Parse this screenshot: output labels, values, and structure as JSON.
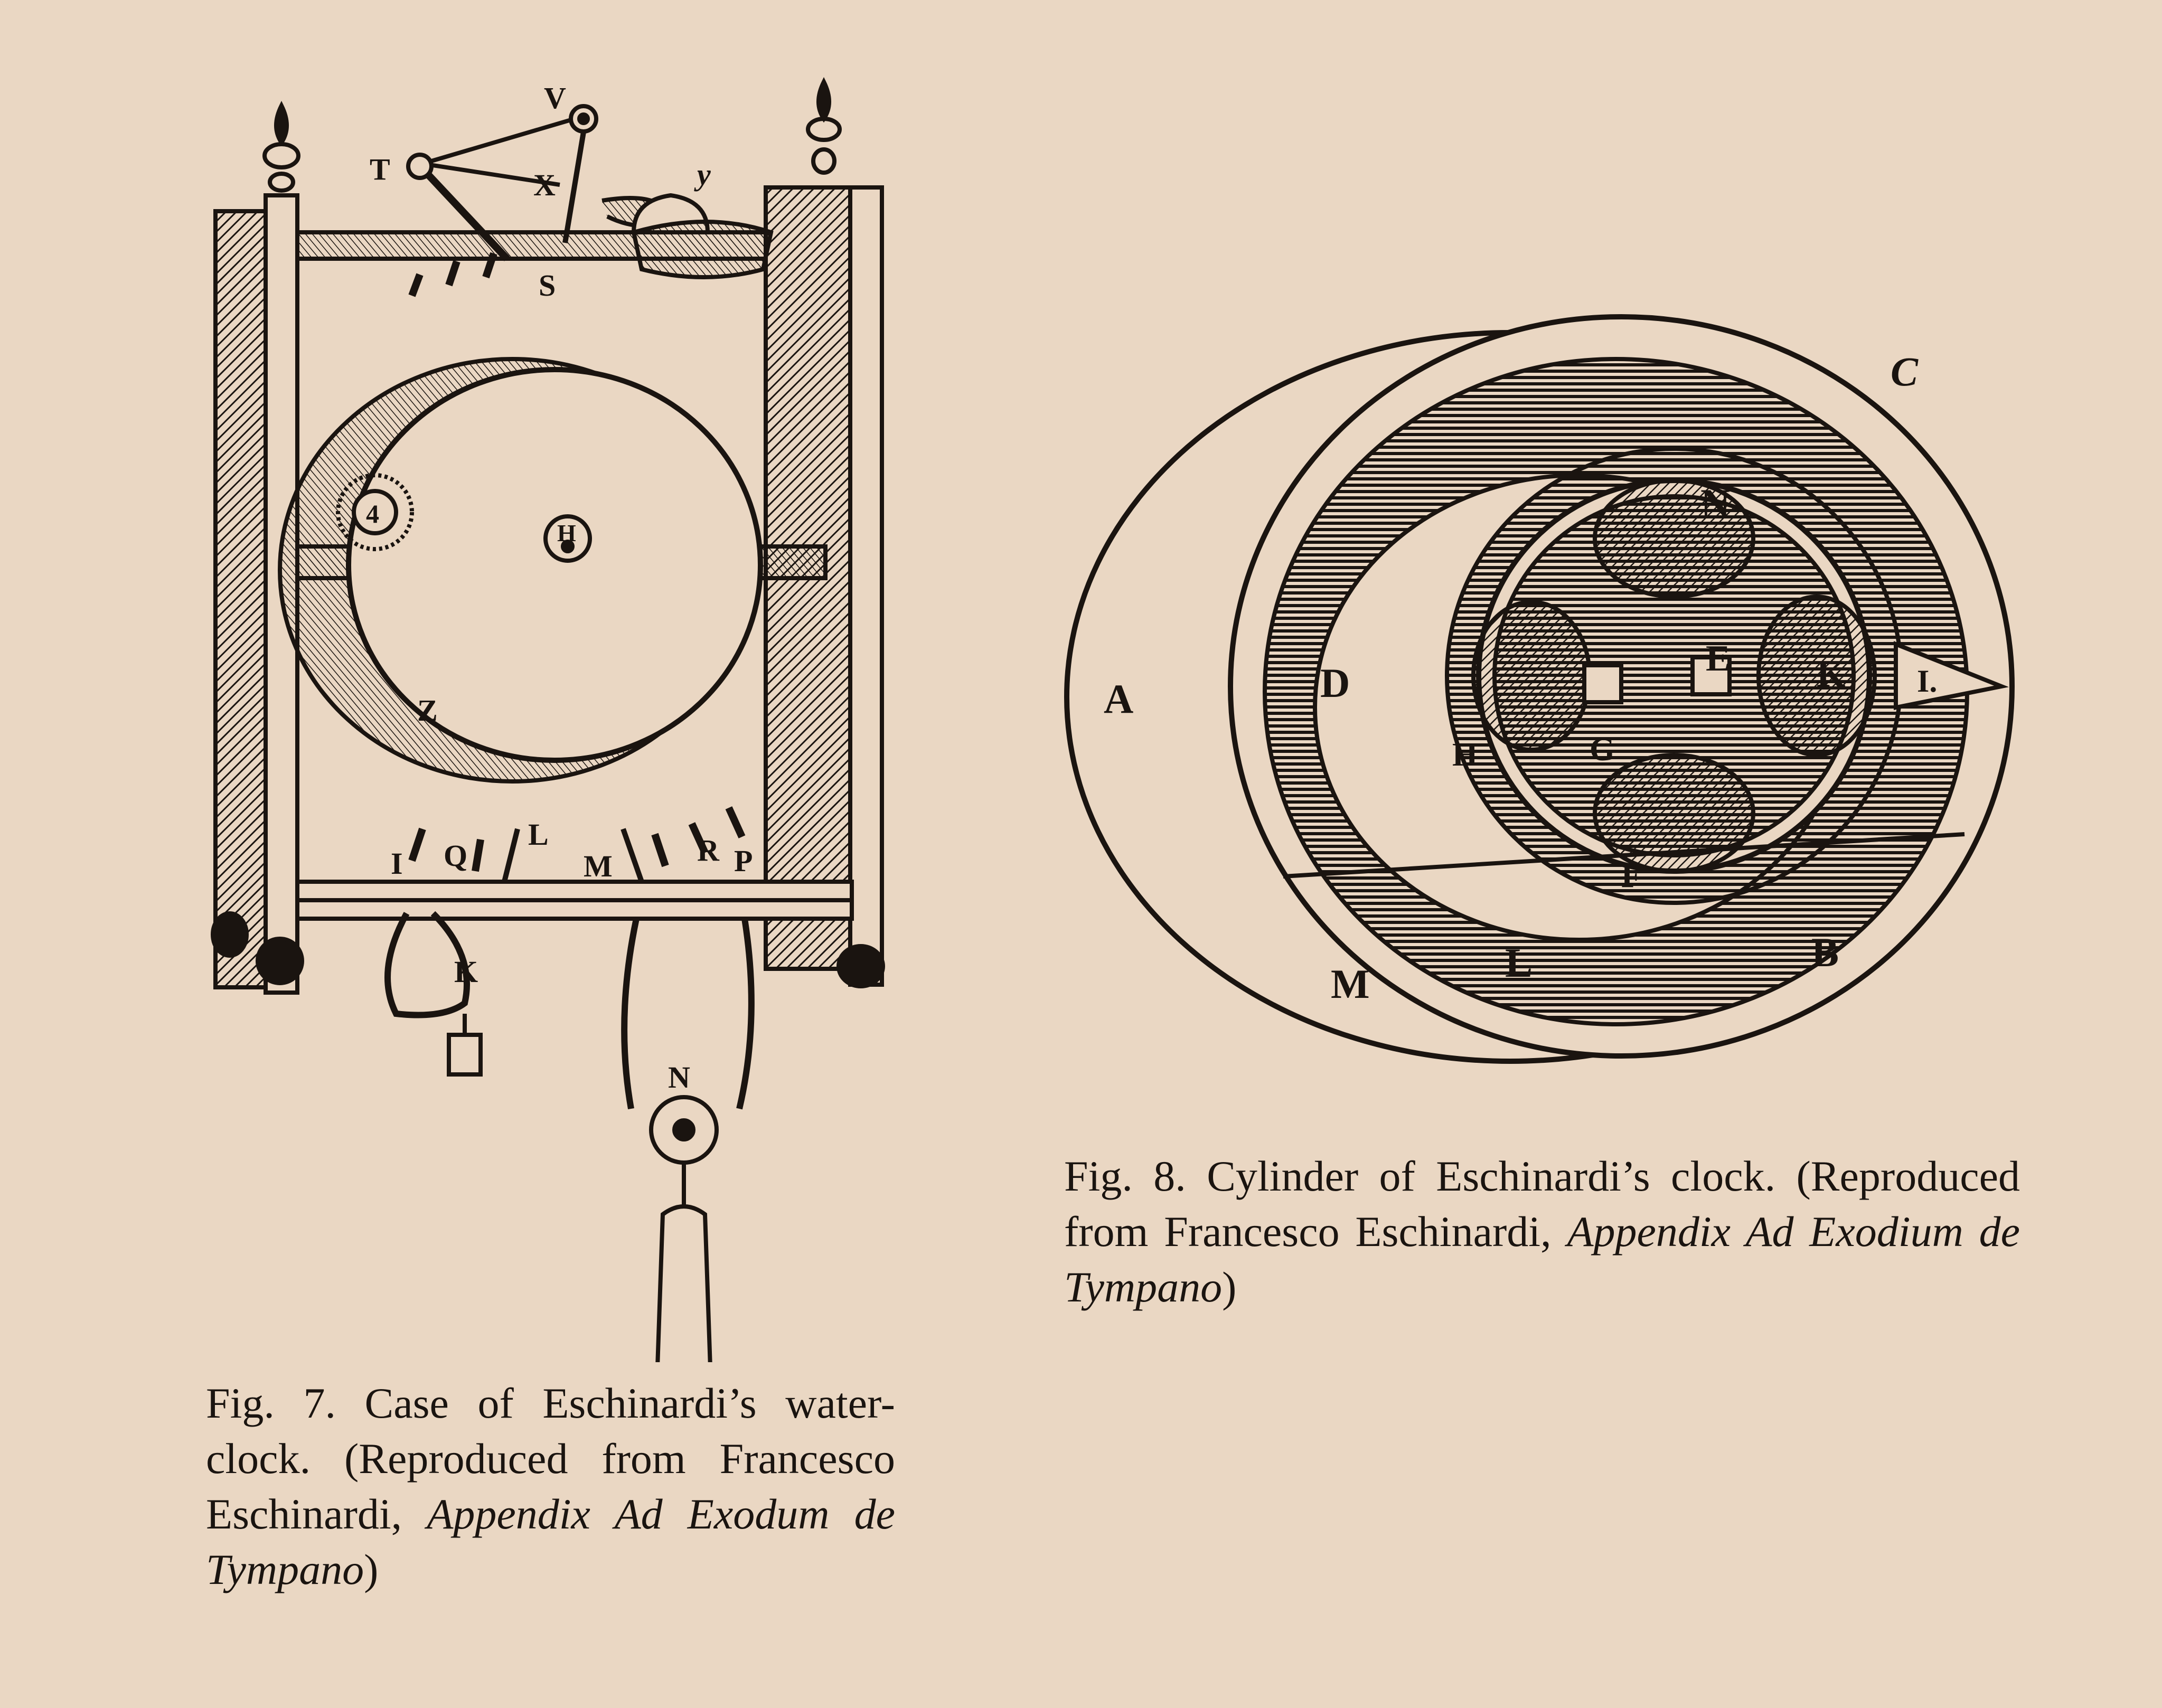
{
  "figure7": {
    "caption": {
      "lead": "Fig. 7.  Case of Eschinardi’s water-clock.  (Reproduced from Francesco Eschinardi, ",
      "title_italic": "Appendix Ad Exodum de Tympano",
      "close": ")"
    },
    "labels": [
      "V",
      "T",
      "X",
      "y",
      "S",
      "4",
      "H",
      "Z",
      "I",
      "Q",
      "L",
      "M",
      "R",
      "P",
      "K",
      "N"
    ]
  },
  "figure8": {
    "caption": {
      "lead": "Fig. 8.  Cylinder of Eschinardi’s clock.  (Reproduced from Francesco Eschinardi, ",
      "title_italic": "Appendix Ad Exodium de Tympano",
      "close": ")"
    },
    "labels": [
      "C",
      "N",
      "A",
      "D",
      "E",
      "K",
      "I.",
      "H",
      "G",
      "F",
      "M",
      "L",
      "B"
    ]
  },
  "colors": {
    "paper": "#ead7c3",
    "ink": "#1a1410"
  }
}
